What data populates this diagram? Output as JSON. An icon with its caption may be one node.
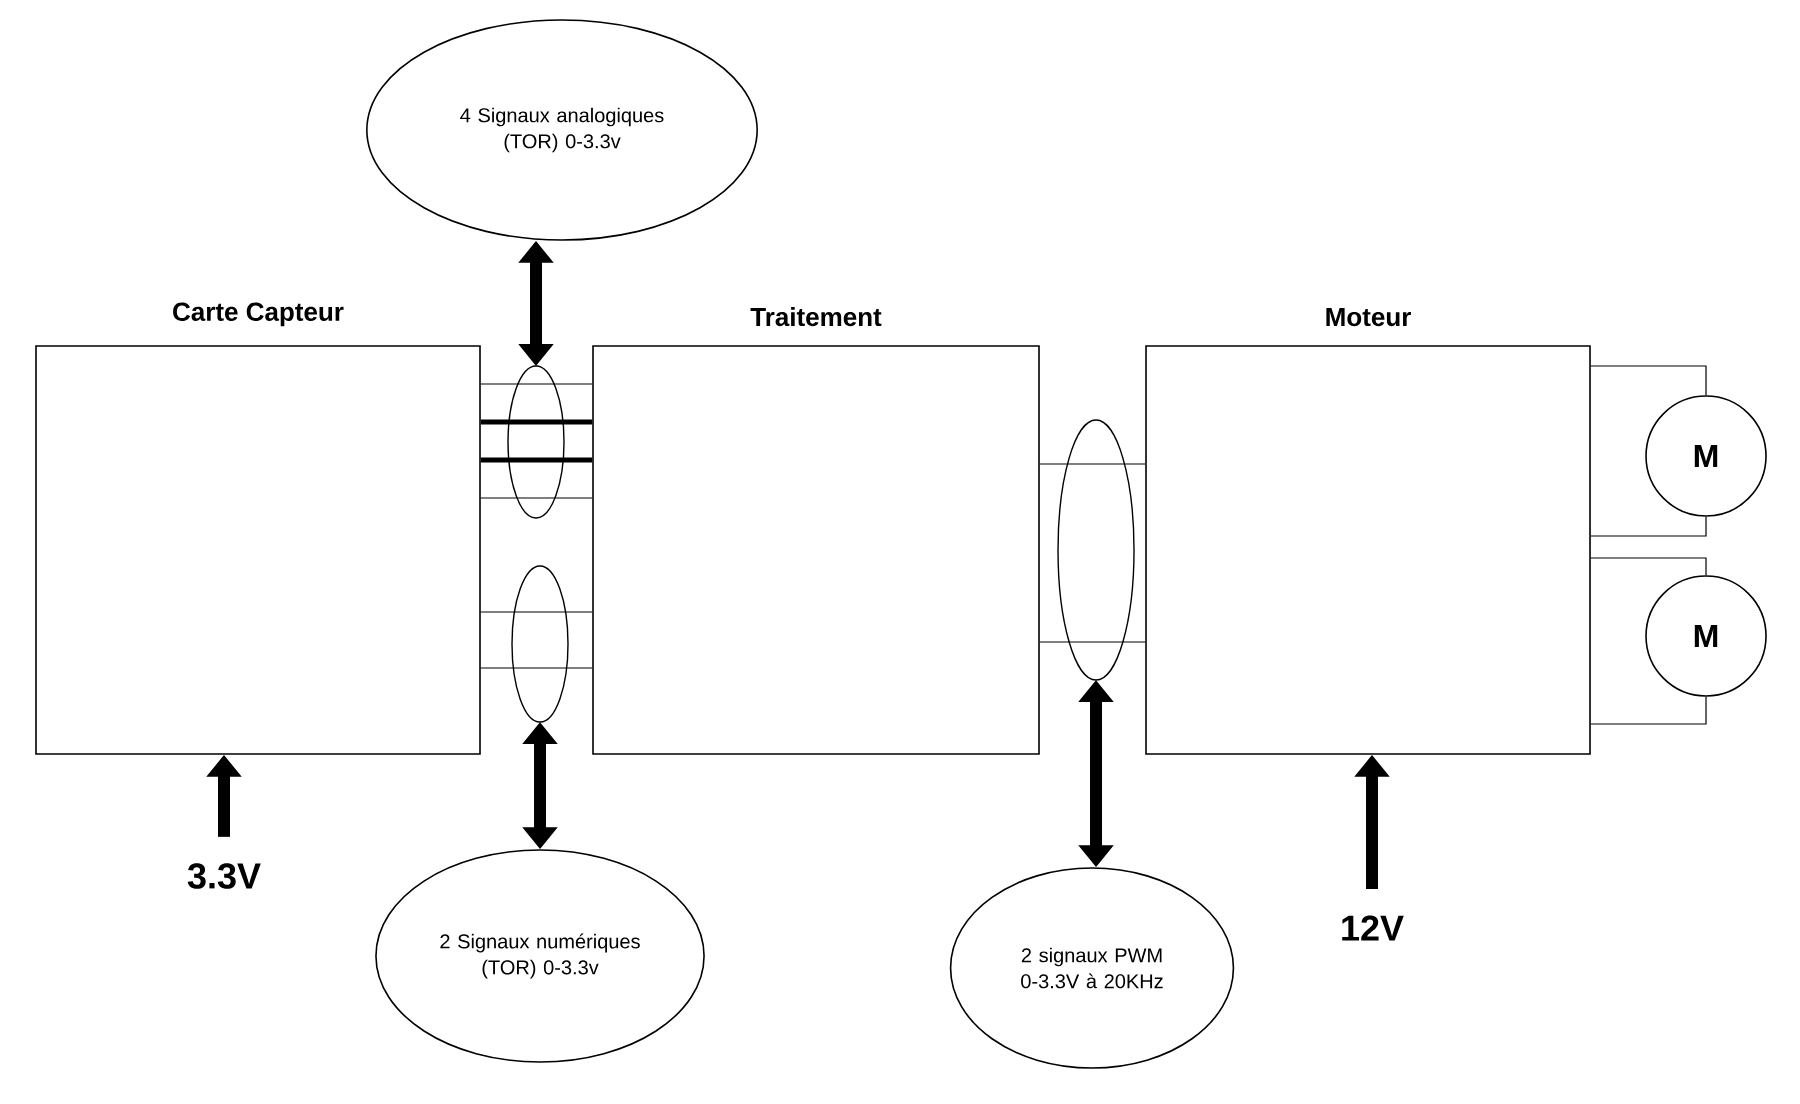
{
  "diagram": {
    "nodes": [
      {
        "text": [
          "Carte Capteur"
        ]
      },
      {
        "text": [
          "Traitement"
        ]
      },
      {
        "text": [
          "Moteur"
        ]
      },
      {
        "text": [
          "4 Signaux analogiques (TOR) 0-3.3v"
        ]
      },
      {
        "text": [
          "2 Signaux numériques (TOR) 0-3.3v"
        ]
      },
      {
        "text": [
          "2 signaux PWM 0-3.3V à 20KHz"
        ]
      },
      {
        "text": [
          "M"
        ]
      },
      {
        "text": [
          "M"
        ]
      },
      {
        "text": [
          "3.3V"
        ]
      },
      {
        "text": [
          "12V"
        ]
      }
    ],
    "edges": [
      {
        "from": 3,
        "to": null,
        "arrow": "both",
        "style": "thick"
      },
      {
        "from": 4,
        "to": null,
        "arrow": "both",
        "style": "thick"
      },
      {
        "from": 5,
        "to": null,
        "arrow": "both",
        "style": "thick"
      },
      {
        "from": 8,
        "to": 0,
        "arrow": "to",
        "style": "thick"
      },
      {
        "from": 9,
        "to": 2,
        "arrow": "to",
        "style": "thick"
      },
      {
        "from": 0,
        "to": 1,
        "arrow": "none"
      },
      {
        "from": 0,
        "to": 1,
        "arrow": "none",
        "style": "thick"
      },
      {
        "from": 0,
        "to": 1,
        "arrow": "none",
        "style": "thick"
      },
      {
        "from": 0,
        "to": 1,
        "arrow": "none"
      },
      {
        "from": 0,
        "to": 1,
        "arrow": "none"
      },
      {
        "from": 0,
        "to": 1,
        "arrow": "none"
      },
      {
        "from": 1,
        "to": 2,
        "arrow": "none"
      },
      {
        "from": 1,
        "to": 2,
        "arrow": "none"
      },
      {
        "from": 2,
        "to": 6,
        "arrow": "none"
      },
      {
        "from": 2,
        "to": 6,
        "arrow": "none"
      },
      {
        "from": 2,
        "to": 7,
        "arrow": "none"
      },
      {
        "from": 2,
        "to": 7,
        "arrow": "none"
      }
    ]
  }
}
